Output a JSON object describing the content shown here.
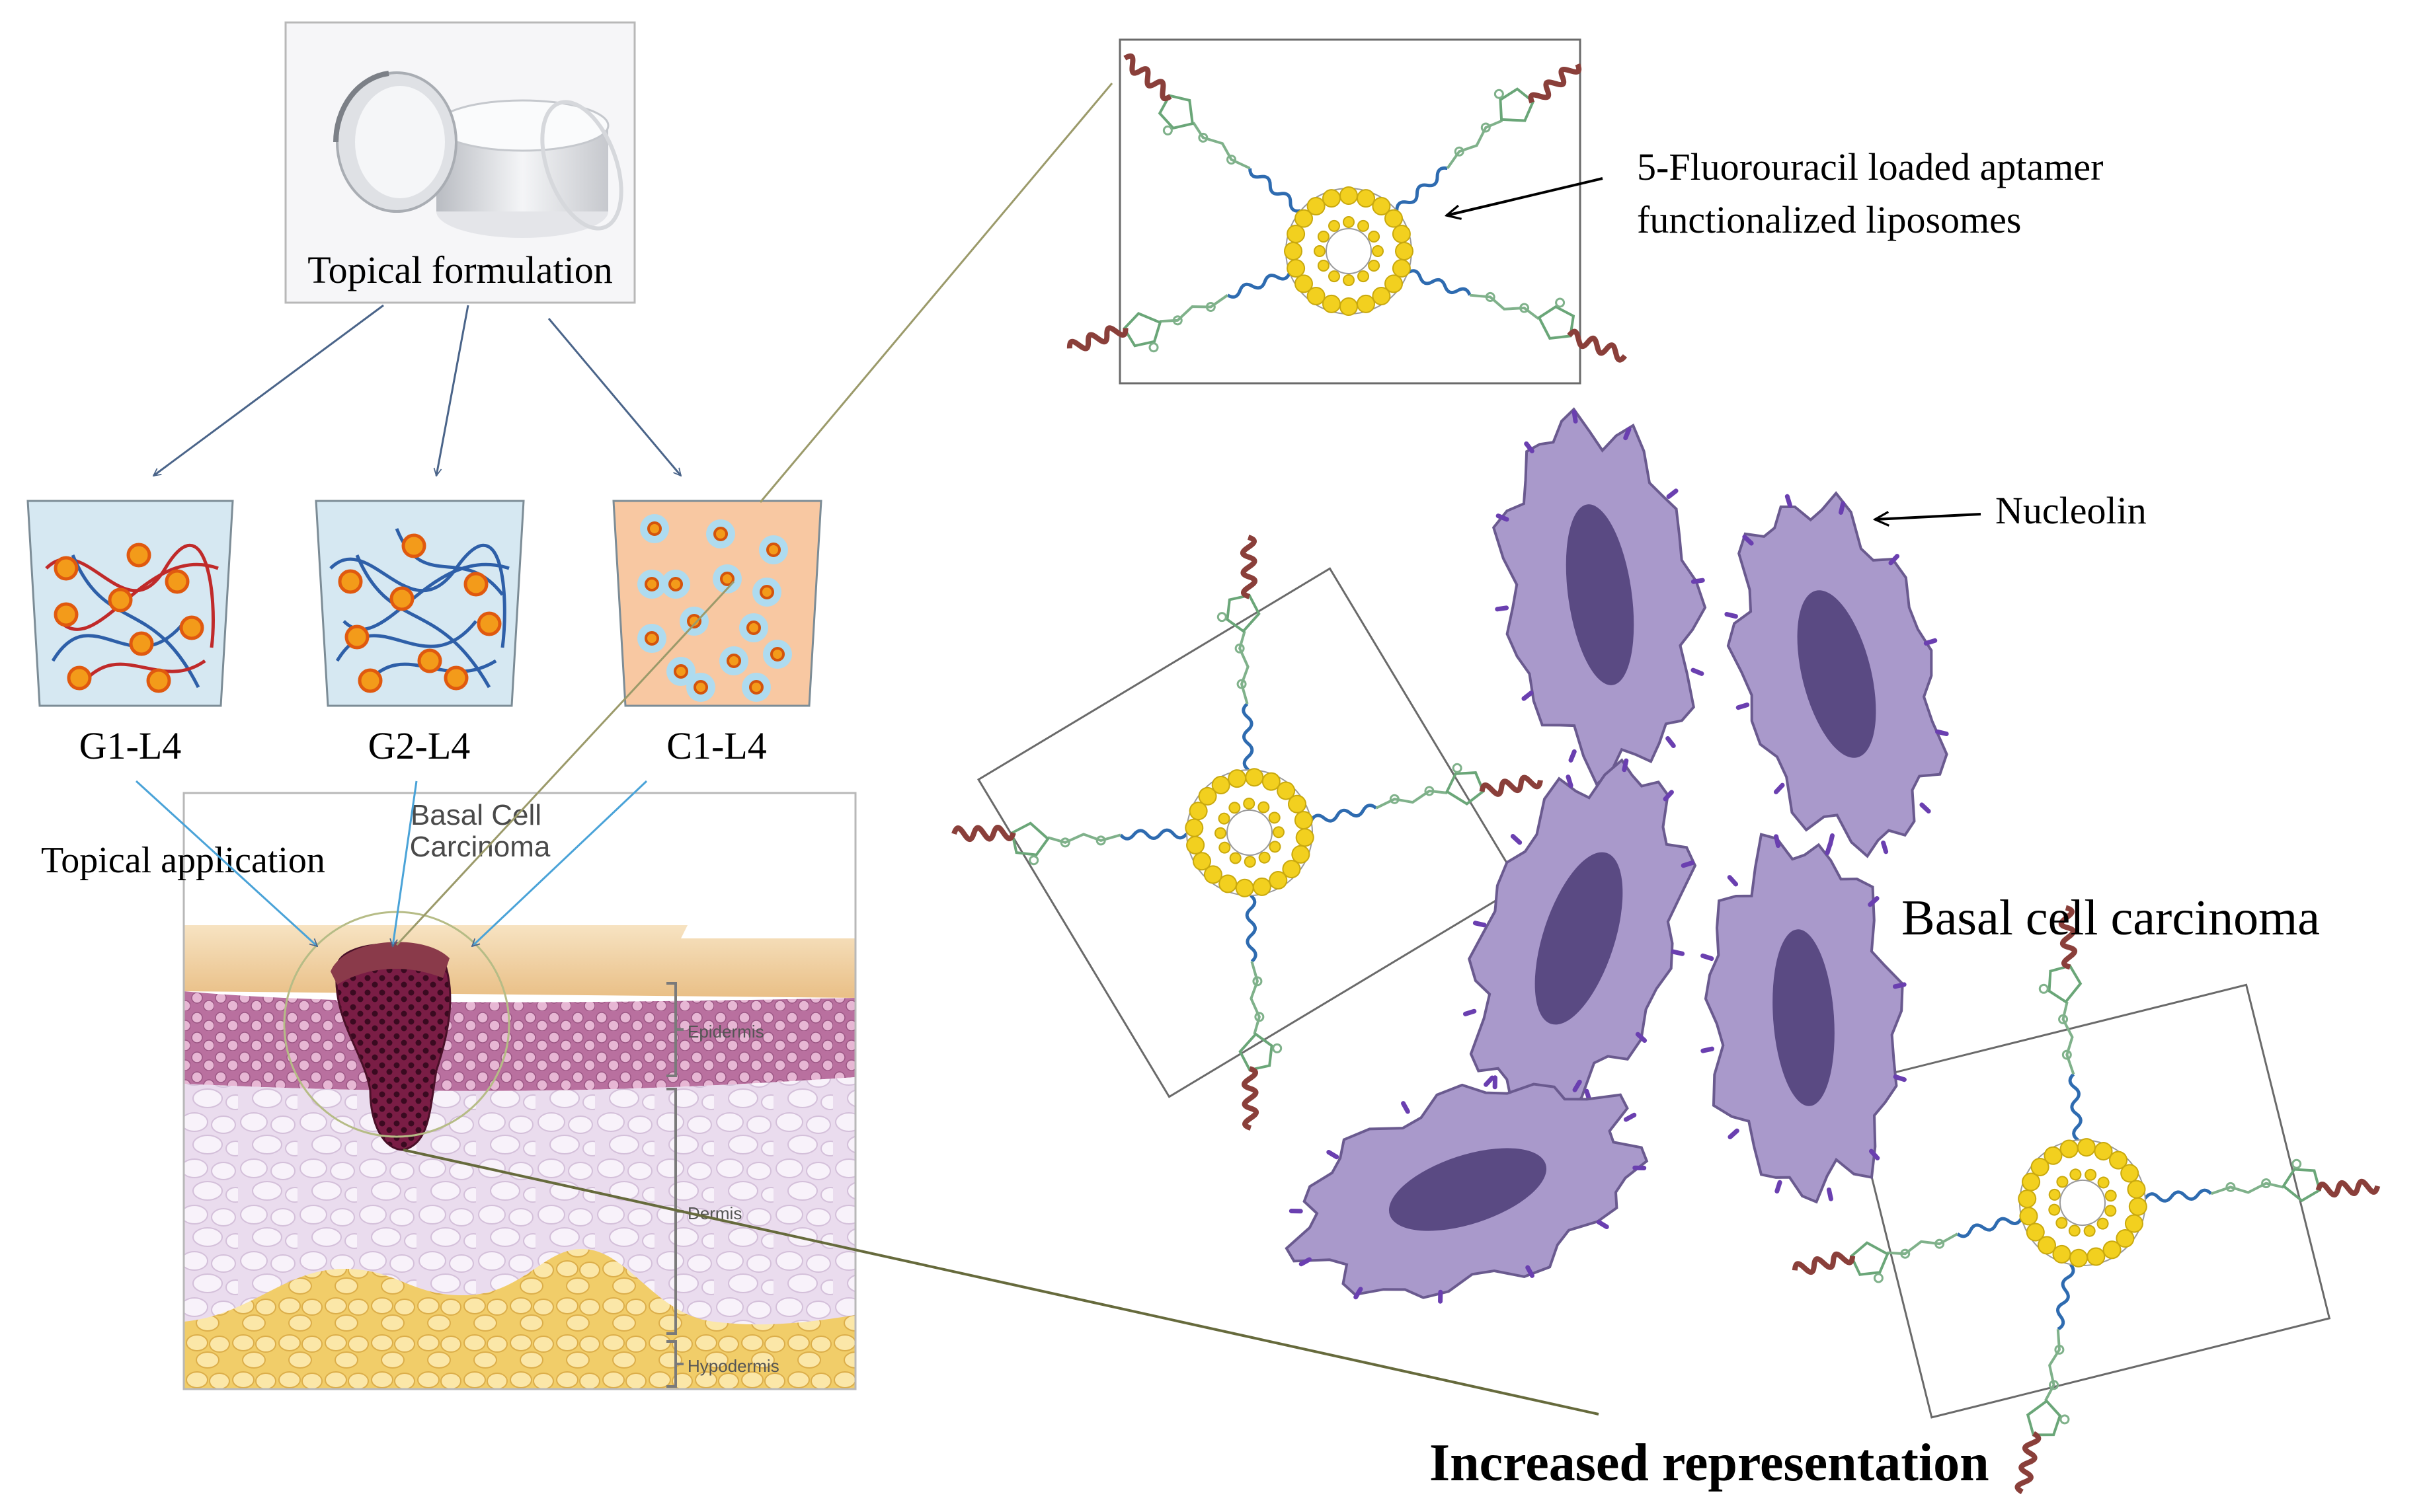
{
  "formulation": {
    "label": "Topical formulation"
  },
  "gels": [
    {
      "id": "g1",
      "label": "G1-L4"
    },
    {
      "id": "g2",
      "label": "G2-L4"
    },
    {
      "id": "c1",
      "label": "C1-L4"
    }
  ],
  "skin": {
    "topical_application": "Topical application",
    "bcc_label_line1": "Basal Cell",
    "bcc_label_line2": "Carcinoma",
    "layers": [
      "Epidermis",
      "Dermis",
      "Hypodermis"
    ]
  },
  "liposome_label": {
    "line1": "5-Fluorouracil loaded aptamer",
    "line2": "functionalized liposomes"
  },
  "nucleolin_label": "Nucleolin",
  "bcc_cells_label": "Basal cell carcinoma",
  "footer_label": "Increased representation",
  "colors": {
    "arrow": "#4a6489",
    "cell_fill": "#a999cb",
    "cell_stroke": "#6a5a8f",
    "nucleus": "#5a4a83",
    "lipid_head": "#f2d01f",
    "aptamer": "#8a3f3a",
    "peg": "#7fb18a"
  }
}
